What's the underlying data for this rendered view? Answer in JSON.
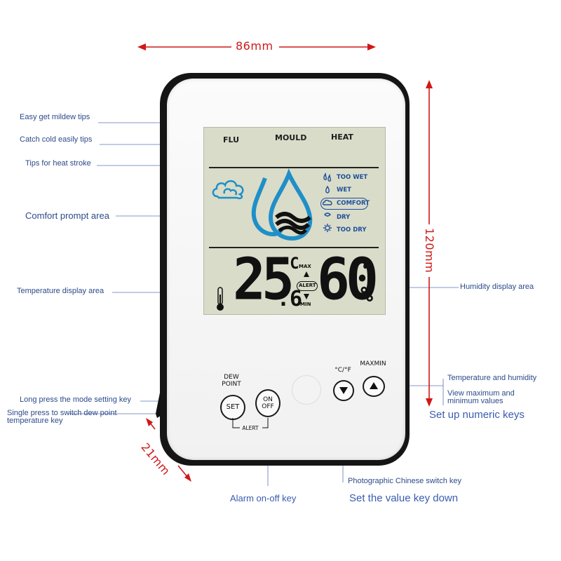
{
  "dimensions": {
    "width_label": "86mm",
    "height_label": "120mm",
    "depth_label": "21mm"
  },
  "lcd": {
    "top_labels": [
      "FLU",
      "MOULD",
      "HEAT"
    ],
    "status_items": [
      "TOO WET",
      "WET",
      "COMFORT",
      "DRY",
      "TOO DRY"
    ],
    "selected_status": "COMFORT",
    "temperature": {
      "main": "25",
      "decimal": ".6",
      "unit": "°C"
    },
    "humidity": {
      "value": "60",
      "unit": "%"
    },
    "indicators": {
      "max": "MAX",
      "alert": "ALERT",
      "min": "MIN"
    }
  },
  "buttons": {
    "dew_point_label": "DEW\nPOINT",
    "set_label": "SET",
    "on_off_label": "ON\nOFF",
    "alert_label": "ALERT",
    "cf_label": "°C/°F",
    "maxmin_label": "MAXMIN"
  },
  "callouts": {
    "mildew": "Easy get mildew tips",
    "cold": "Catch cold easily tips",
    "heat": "Tips for heat stroke",
    "comfort": "Comfort prompt area",
    "temperature": "Temperature display area",
    "humidity": "Humidity display area",
    "temp_humidity": "Temperature and humidity",
    "view_maxmin": "View maximum and\nminimum values",
    "set_up_numeric": "Set up numeric keys",
    "long_press": "Long press the mode setting key",
    "single_press": "Single press to switch dew point\ntemperature key",
    "alarm": "Alarm on-off key",
    "photographic": "Photographic Chinese switch key",
    "set_value_down": "Set the value key down"
  },
  "colors": {
    "lcd_bg": "#d9dcc9",
    "lcd_icon_blue": "#1f8fc8",
    "status_blue": "#1d4e9c",
    "dimension_red": "#d01818",
    "callout_blue": "#2c4a8a",
    "frame_black": "#1a1a1a"
  },
  "icons": [
    "cloud-icon",
    "water-drop-icon",
    "thermometer-icon",
    "humidity-drop-icon",
    "down-arrow-icon",
    "up-arrow-icon"
  ]
}
